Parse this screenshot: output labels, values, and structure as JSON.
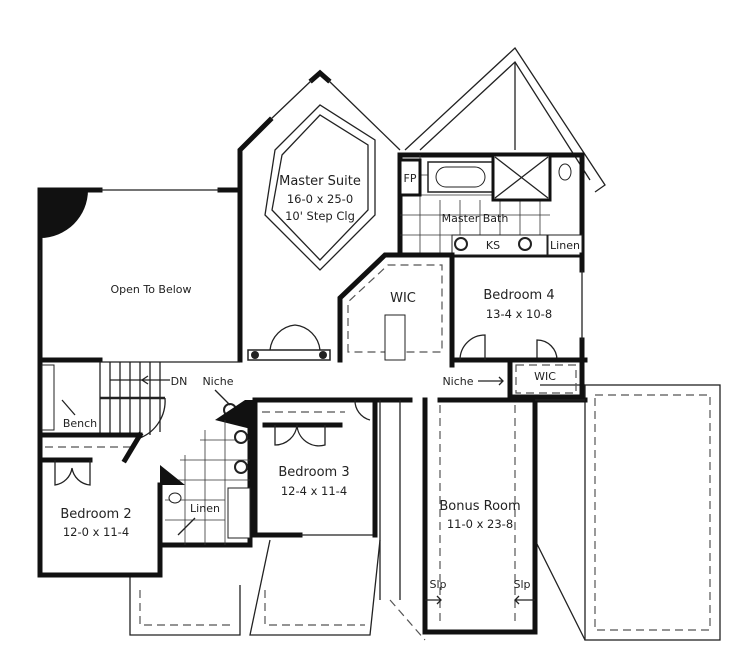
{
  "rooms": {
    "master_suite": {
      "name": "Master Suite",
      "size": "16-0 x 25-0",
      "note": "10' Step Clg"
    },
    "fireplace": "FP",
    "master_bath": "Master Bath",
    "knee_space": "KS",
    "master_linen": "Linen",
    "master_wic": "WIC",
    "bedroom4": {
      "name": "Bedroom 4",
      "size": "13-4 x 10-8"
    },
    "bedroom4_wic": "WIC",
    "open_to_below": "Open To Below",
    "stairs_dn": "DN",
    "niche_left": "Niche",
    "niche_right": "Niche",
    "bench": "Bench",
    "bedroom3": {
      "name": "Bedroom 3",
      "size": "12-4 x 11-4"
    },
    "bedroom2": {
      "name": "Bedroom 2",
      "size": "12-0 x 11-4"
    },
    "hall_linen": "Linen",
    "bonus_room": {
      "name": "Bonus Room",
      "size": "11-0 x 23-8"
    },
    "slope_left": "Slp",
    "slope_right": "Slp"
  }
}
